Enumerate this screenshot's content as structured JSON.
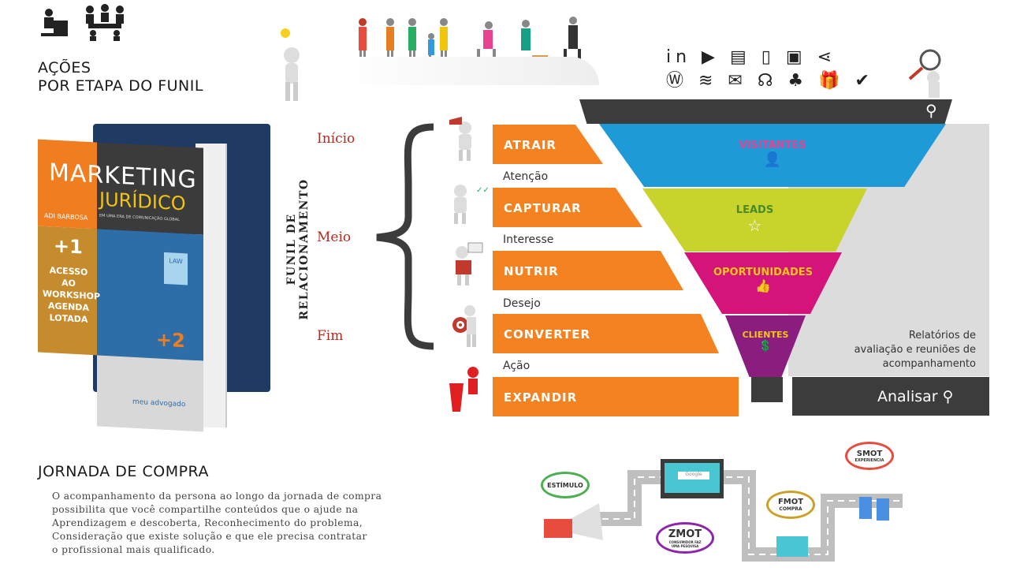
{
  "title_lines": [
    "AÇÕES",
    "POR ETAPA DO FUNIL"
  ],
  "book": {
    "title1": "MAR",
    "title2": "KETING",
    "subtitle": "JURÍDICO",
    "author": "ADI BARBOSA",
    "tagline": "EM UMA ERA DE COMUNICAÇÃO GLOBAL",
    "plus1": "+1",
    "offer": "ACESSO AO WORKSHOP AGENDA LOTADA",
    "law": "LAW",
    "plus2": "+2",
    "brand": "meu advogado"
  },
  "vertical_label": "FUNIL DE RELACIONAMENTO",
  "phases": [
    "Início",
    "Meio",
    "Fim"
  ],
  "stages": [
    {
      "label": "ATRAIR"
    },
    {
      "label": "CAPTURAR"
    },
    {
      "label": "NUTRIR"
    },
    {
      "label": "CONVERTER"
    },
    {
      "label": "EXPANDIR"
    }
  ],
  "emotions": [
    "Atenção",
    "Interesse",
    "Desejo",
    "Ação"
  ],
  "funnel": [
    {
      "label": "VISITANTES",
      "color": "#1e9ad6",
      "icon": "user-icon",
      "glyph": "👤"
    },
    {
      "label": "LEADS",
      "color": "#c8d42c",
      "icon": "star-icon",
      "glyph": "☆"
    },
    {
      "label": "OPORTUNIDADES",
      "color": "#d4147a",
      "icon": "thumbs-up-icon",
      "glyph": "👍"
    },
    {
      "label": "CLIENTES",
      "color": "#8b1d7e",
      "icon": "money-icon",
      "glyph": "💲"
    }
  ],
  "report_text": [
    "Relatórios de",
    "avaliação e reuniões de",
    "acompanhamento"
  ],
  "analyze_label": "Analisar",
  "journey": {
    "title": "JORNADA DE COMPRA",
    "lines": [
      "O acompanhamento da persona ao longo da jornada de compra",
      "possibilita que você compartilhe conteúdos que o ajude na",
      "Aprendizagem e descoberta, Reconhecimento do problema,",
      "Consideração que existe solução e que ele precisa contratar",
      "o profissional mais qualificado."
    ],
    "bubbles": [
      {
        "title": "ESTÍMULO",
        "sub": ""
      },
      {
        "title": "ZMOT",
        "sub": "CONSUMIDOR FAZ UMA PESQUISA"
      },
      {
        "title": "FMOT",
        "sub": "COMPRA"
      },
      {
        "title": "SMOT",
        "sub": "EXPERIENCIA"
      }
    ],
    "search_text": "Google"
  },
  "colors": {
    "orange": "#f58220",
    "dark": "#3c3c3c",
    "gray": "#d9d9d9",
    "phase": "#b52a1e"
  }
}
